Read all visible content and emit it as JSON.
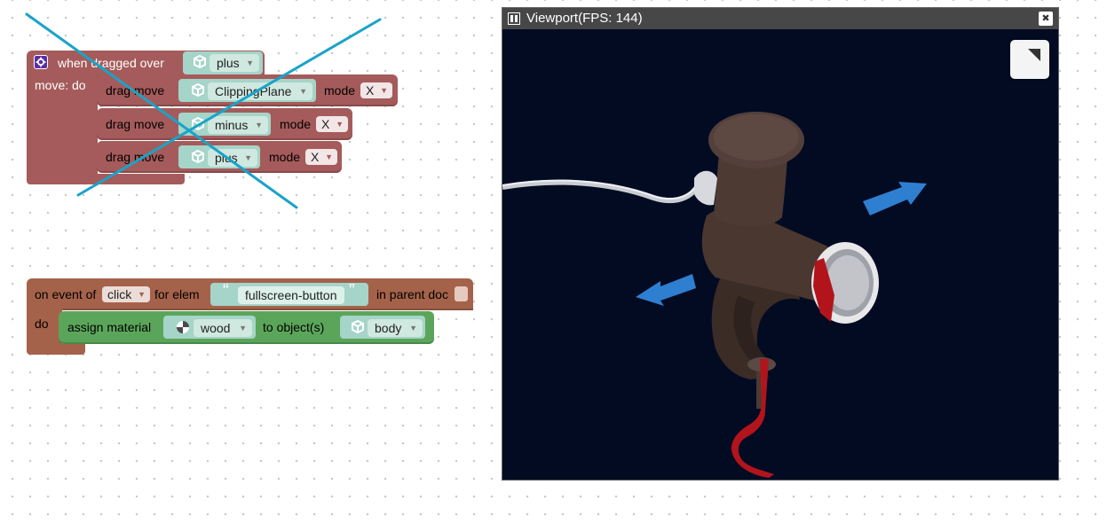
{
  "block1": {
    "header_label": "when dragged over",
    "header_object": "plus",
    "do_label": "move: do",
    "rows": [
      {
        "label": "drag move",
        "object": "ClippingPlane",
        "mode_label": "mode",
        "mode_value": "X"
      },
      {
        "label": "drag move",
        "object": "minus",
        "mode_label": "mode",
        "mode_value": "X"
      },
      {
        "label": "drag move",
        "object": "plus",
        "mode_label": "mode",
        "mode_value": "X"
      }
    ]
  },
  "block2": {
    "on_event_label": "on event of",
    "event_value": "click",
    "for_elem_label": "for elem",
    "quote_open": "“",
    "element_id": "fullscreen-button",
    "quote_close": "”",
    "in_parent_label": "in parent doc",
    "do_label": "do",
    "assign_label": "assign material",
    "material_value": "wood",
    "to_objects_label": "to object(s)",
    "object_value": "body"
  },
  "viewport": {
    "title": "Viewport(FPS: 144)",
    "close_symbol": "✖"
  },
  "colors": {
    "block_red": "#a55b5b",
    "block_rust": "#a5624a",
    "block_green": "#5ba55b",
    "field_teal": "#cfe8e0",
    "cross_blue": "#1aa3c8",
    "viewport_bg": "#030b23"
  },
  "icons": [
    "gear-icon",
    "cube-icon",
    "sphere-icon",
    "pause-icon",
    "close-icon",
    "fullscreen-icon",
    "cross-out-mark"
  ]
}
